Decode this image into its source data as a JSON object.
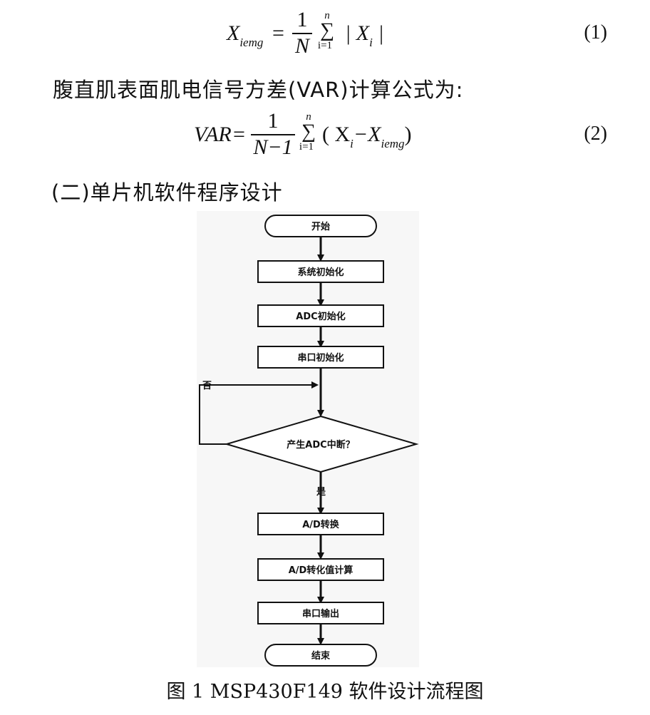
{
  "formula1": {
    "lhs": "X",
    "lhs_sub": "iemg",
    "equals": "=",
    "frac_num": "1",
    "frac_den": "N",
    "sum_top": "n",
    "sum_symbol": "∑",
    "sum_bottom": "i=1",
    "body": "| X",
    "body_sub": "i",
    "body_end": " |",
    "number": "(1)"
  },
  "paragraph1": "腹直肌表面肌电信号方差(VAR)计算公式为:",
  "formula2": {
    "lhs": "VAR",
    "equals": "=",
    "frac_num": "1",
    "frac_den": "N−1",
    "sum_top": "n",
    "sum_symbol": "∑",
    "sum_bottom": "i=1",
    "body_open": "( X",
    "body_sub1": "i",
    "body_mid": "−X",
    "body_sub2": "iemg",
    "body_close": ")",
    "number": "(2)"
  },
  "section_heading": "(二)单片机软件程序设计",
  "flowchart": {
    "start": "开始",
    "steps": [
      "系统初始化",
      "ADC初始化",
      "串口初始化"
    ],
    "decision": "产生ADC中断？",
    "no_label": "否",
    "yes_label": "是",
    "steps_after": [
      "A/D转换",
      "A/D转化值计算",
      "串口输出"
    ],
    "end": "结束"
  },
  "caption": "图 1 MSP430F149 软件设计流程图"
}
